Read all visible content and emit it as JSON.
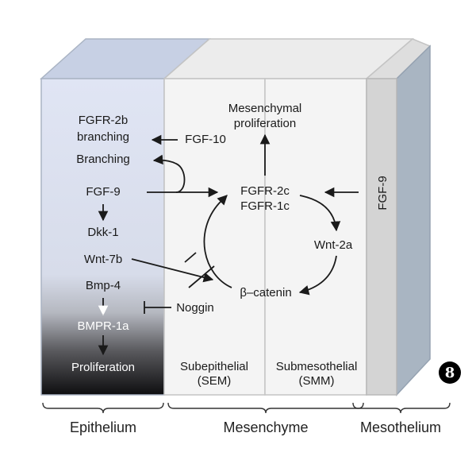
{
  "epithelium_labels": {
    "fgfr2b_line1": "FGFR-2b",
    "fgfr2b_line2": "branching",
    "branching": "Branching",
    "fgf9": "FGF-9",
    "dkk1": "Dkk-1",
    "wnt7b": "Wnt-7b",
    "bmp4": "Bmp-4",
    "bmpr1a": "BMPR-1a",
    "proliferation": "Proliferation"
  },
  "mesenchyme_labels": {
    "fgf10": "FGF-10",
    "mes_prolif_line1": "Mesenchymal",
    "mes_prolif_line2": "proliferation",
    "fgfr2c": "FGFR-2c",
    "fgfr1c": "FGFR-1c",
    "wnt2a": "Wnt-2a",
    "beta_catenin": "β–catenin",
    "noggin": "Noggin",
    "sem_line1": "Subepithelial",
    "sem_line2": "(SEM)",
    "smm_line1": "Submesothelial",
    "smm_line2": "(SMM)"
  },
  "mesothelium_labels": {
    "fgf9": "FGF-9"
  },
  "regions": {
    "epithelium": "Epithelium",
    "mesenchyme": "Mesenchyme",
    "mesothelium": "Mesothelium"
  },
  "figure_number": "8",
  "colors": {
    "epithelium_fill": "#dfe4f3",
    "mesenchyme_fill": "#f4f4f4",
    "mesothelium_fill": "#d4d4d4",
    "side_face": "#a9b5c2",
    "top_epithelium": "#c7d0e4",
    "top_mesenchyme": "#ececec",
    "border": "#aab4c4",
    "text": "#1a1a1a"
  }
}
